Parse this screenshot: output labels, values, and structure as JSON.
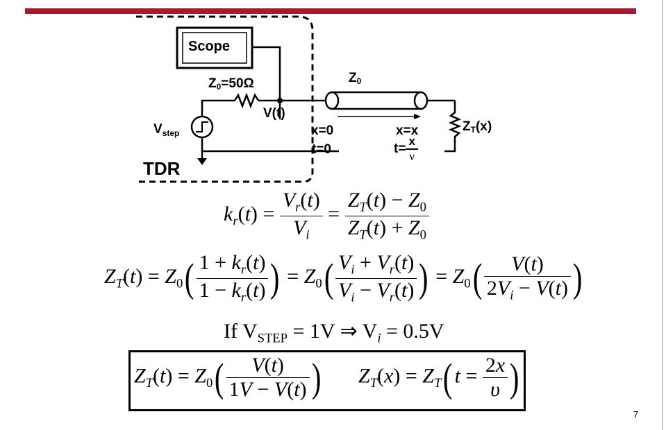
{
  "slide": {
    "accent_color": "#a6192e",
    "page_number": "7"
  },
  "diagram": {
    "scope_label": "Scope",
    "z0_resistor_label": "Z",
    "z0_resistor_sub": "0",
    "z0_resistor_value": "=50Ω",
    "vt_label": "V(t)",
    "vstep_label": "V",
    "vstep_sub": "step",
    "tdr_label": "TDR",
    "line_label": "Z",
    "line_label_sub": "0",
    "x0_label": "x=0",
    "t0_label": "t=0",
    "xx_label": "x=x",
    "t_prefix": "t=",
    "t_frac_num": "x",
    "t_frac_den": "ν",
    "load_label": "Z",
    "load_sub": "T",
    "load_arg": "(x)"
  },
  "equations": {
    "kr": "k_r(t) = V_r(t)/V_i = (Z_T(t) − Z_0)/(Z_T(t) + Z_0)",
    "zt": "Z_T(t) = Z_0((1 + k_r(t))/(1 − k_r(t))) = Z_0((V_i + V_r(t))/(V_i − V_r(t))) = Z_0(V(t)/(2V_i − V(t)))",
    "if_prefix": "If V",
    "if_sub": "STEP",
    "if_rest": " = 1V ⇒ V",
    "if_sub2": "i",
    "if_end": " = 0.5V",
    "boxed_left": "Z_T(t) = Z_0(V(t)/(1V − V(t)))",
    "boxed_right": "Z_T(x) = Z_T(t = 2x/υ)"
  }
}
